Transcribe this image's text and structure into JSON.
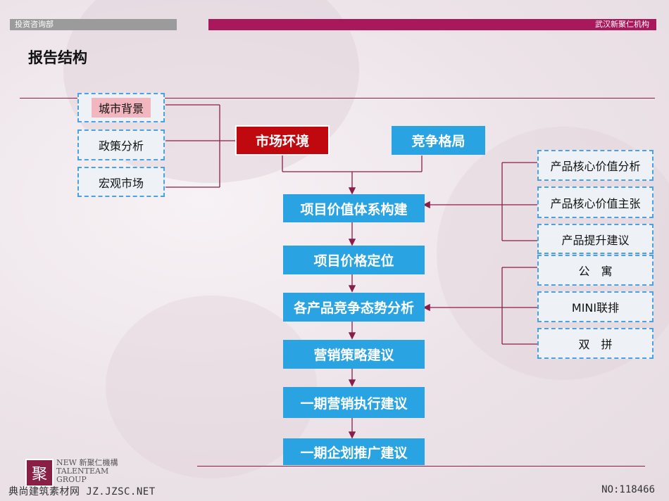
{
  "header": {
    "left_label": "投资咨询部",
    "right_label": "武汉新聚仁机构"
  },
  "title": "报告结构",
  "left_boxes": [
    "城市背景",
    "政策分析",
    "宏观市场"
  ],
  "top_boxes": {
    "market": "市场环境",
    "competition": "竞争格局"
  },
  "flow_steps": [
    "项目价值体系构建",
    "项目价格定位",
    "各产品竞争态势分析",
    "营销策略建议",
    "一期营销执行建议",
    "一期企划推广建议"
  ],
  "right_group_1": [
    "产品核心价值分析",
    "产品核心价值主张",
    "产品提升建议"
  ],
  "right_group_2": [
    "公　寓",
    "MINI联排",
    "双　拼"
  ],
  "logo": {
    "mark": "聚",
    "line1": "NEW 新聚仁機構",
    "line2": "TALENTEAM",
    "line3": "GROUP"
  },
  "footer": {
    "left": "典尚建筑素材网 JZ.JZSC.NET",
    "right": "NO:118466"
  },
  "colors": {
    "accent": "#a9185b",
    "blue": "#2aa3e2",
    "red": "#c0090f",
    "dashed": "#4aa3e0"
  }
}
